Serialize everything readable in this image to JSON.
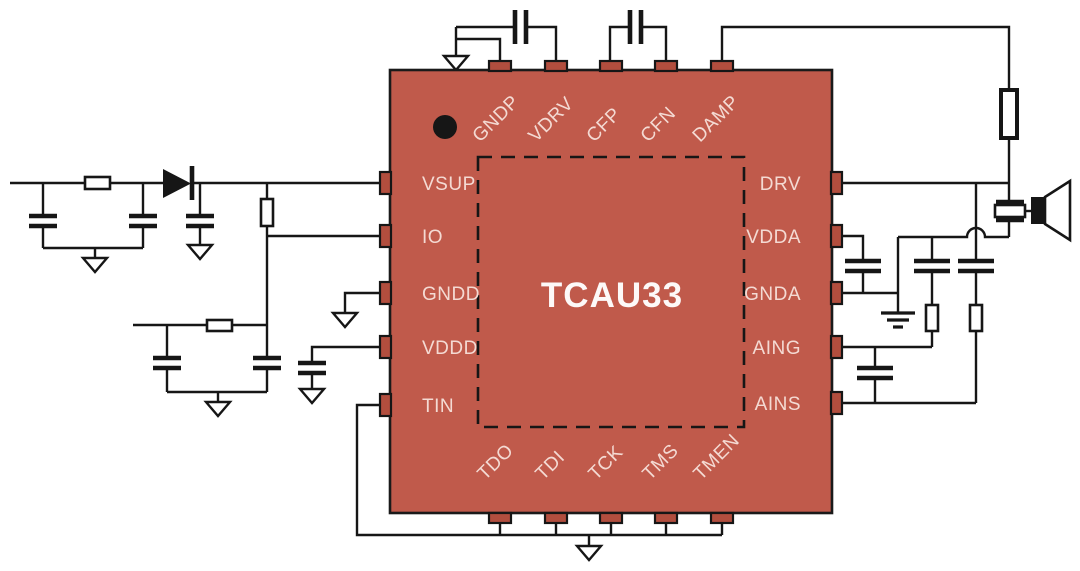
{
  "chip": {
    "title": "TCAU33",
    "pins": {
      "top": [
        "GNDP",
        "VDRV",
        "CFP",
        "CFN",
        "DAMP"
      ],
      "bottom": [
        "TDO",
        "TDI",
        "TCK",
        "TMS",
        "TMEN"
      ],
      "left": [
        "VSUP",
        "IO",
        "GNDD",
        "VDDD",
        "TIN"
      ],
      "right": [
        "DRV",
        "VDDA",
        "GNDA",
        "AING",
        "AINS"
      ]
    },
    "colors": {
      "body": "#C05A4B",
      "pin": "#B24E3E",
      "pin_label": "#F4DAD3",
      "title": "#FDF9F8",
      "wire": "#161616",
      "background": "#FFFFFF"
    }
  }
}
